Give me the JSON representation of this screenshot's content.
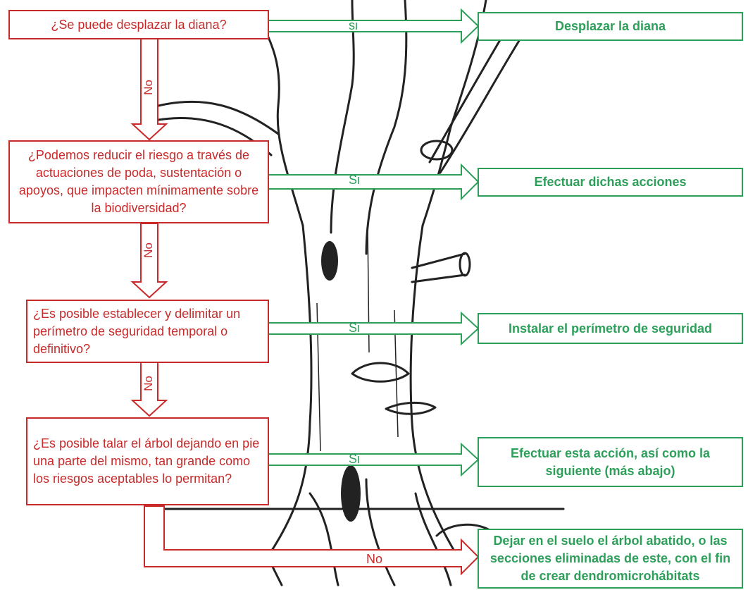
{
  "questions": [
    "¿Se puede desplazar la diana?",
    "¿Podemos reducir el riesgo a través de actuaciones de poda, sustentación o apoyos, que impacten mínimamente sobre la biodiversidad?",
    "¿Es posible establecer y delimitar un perímetro de seguridad temporal o definitivo?",
    "¿Es posible talar el árbol dejando en pie una parte del mismo, tan grande como los riesgos aceptables lo permitan?"
  ],
  "actions": [
    "Desplazar la diana",
    "Efectuar dichas acciones",
    "Instalar el perímetro de seguridad",
    "Efectuar esta acción, así como la siguiente (más abajo)",
    "Dejar en el suelo el árbol abatido, o las secciones eliminadas de este, con el fin de crear dendromicrohábitats"
  ],
  "yes_labels": [
    "si",
    "Si",
    "Si",
    "Si"
  ],
  "no_labels": [
    "No",
    "No",
    "No",
    "No"
  ],
  "colors": {
    "question": "#c82a2a",
    "answer": "#2e9f5a"
  }
}
